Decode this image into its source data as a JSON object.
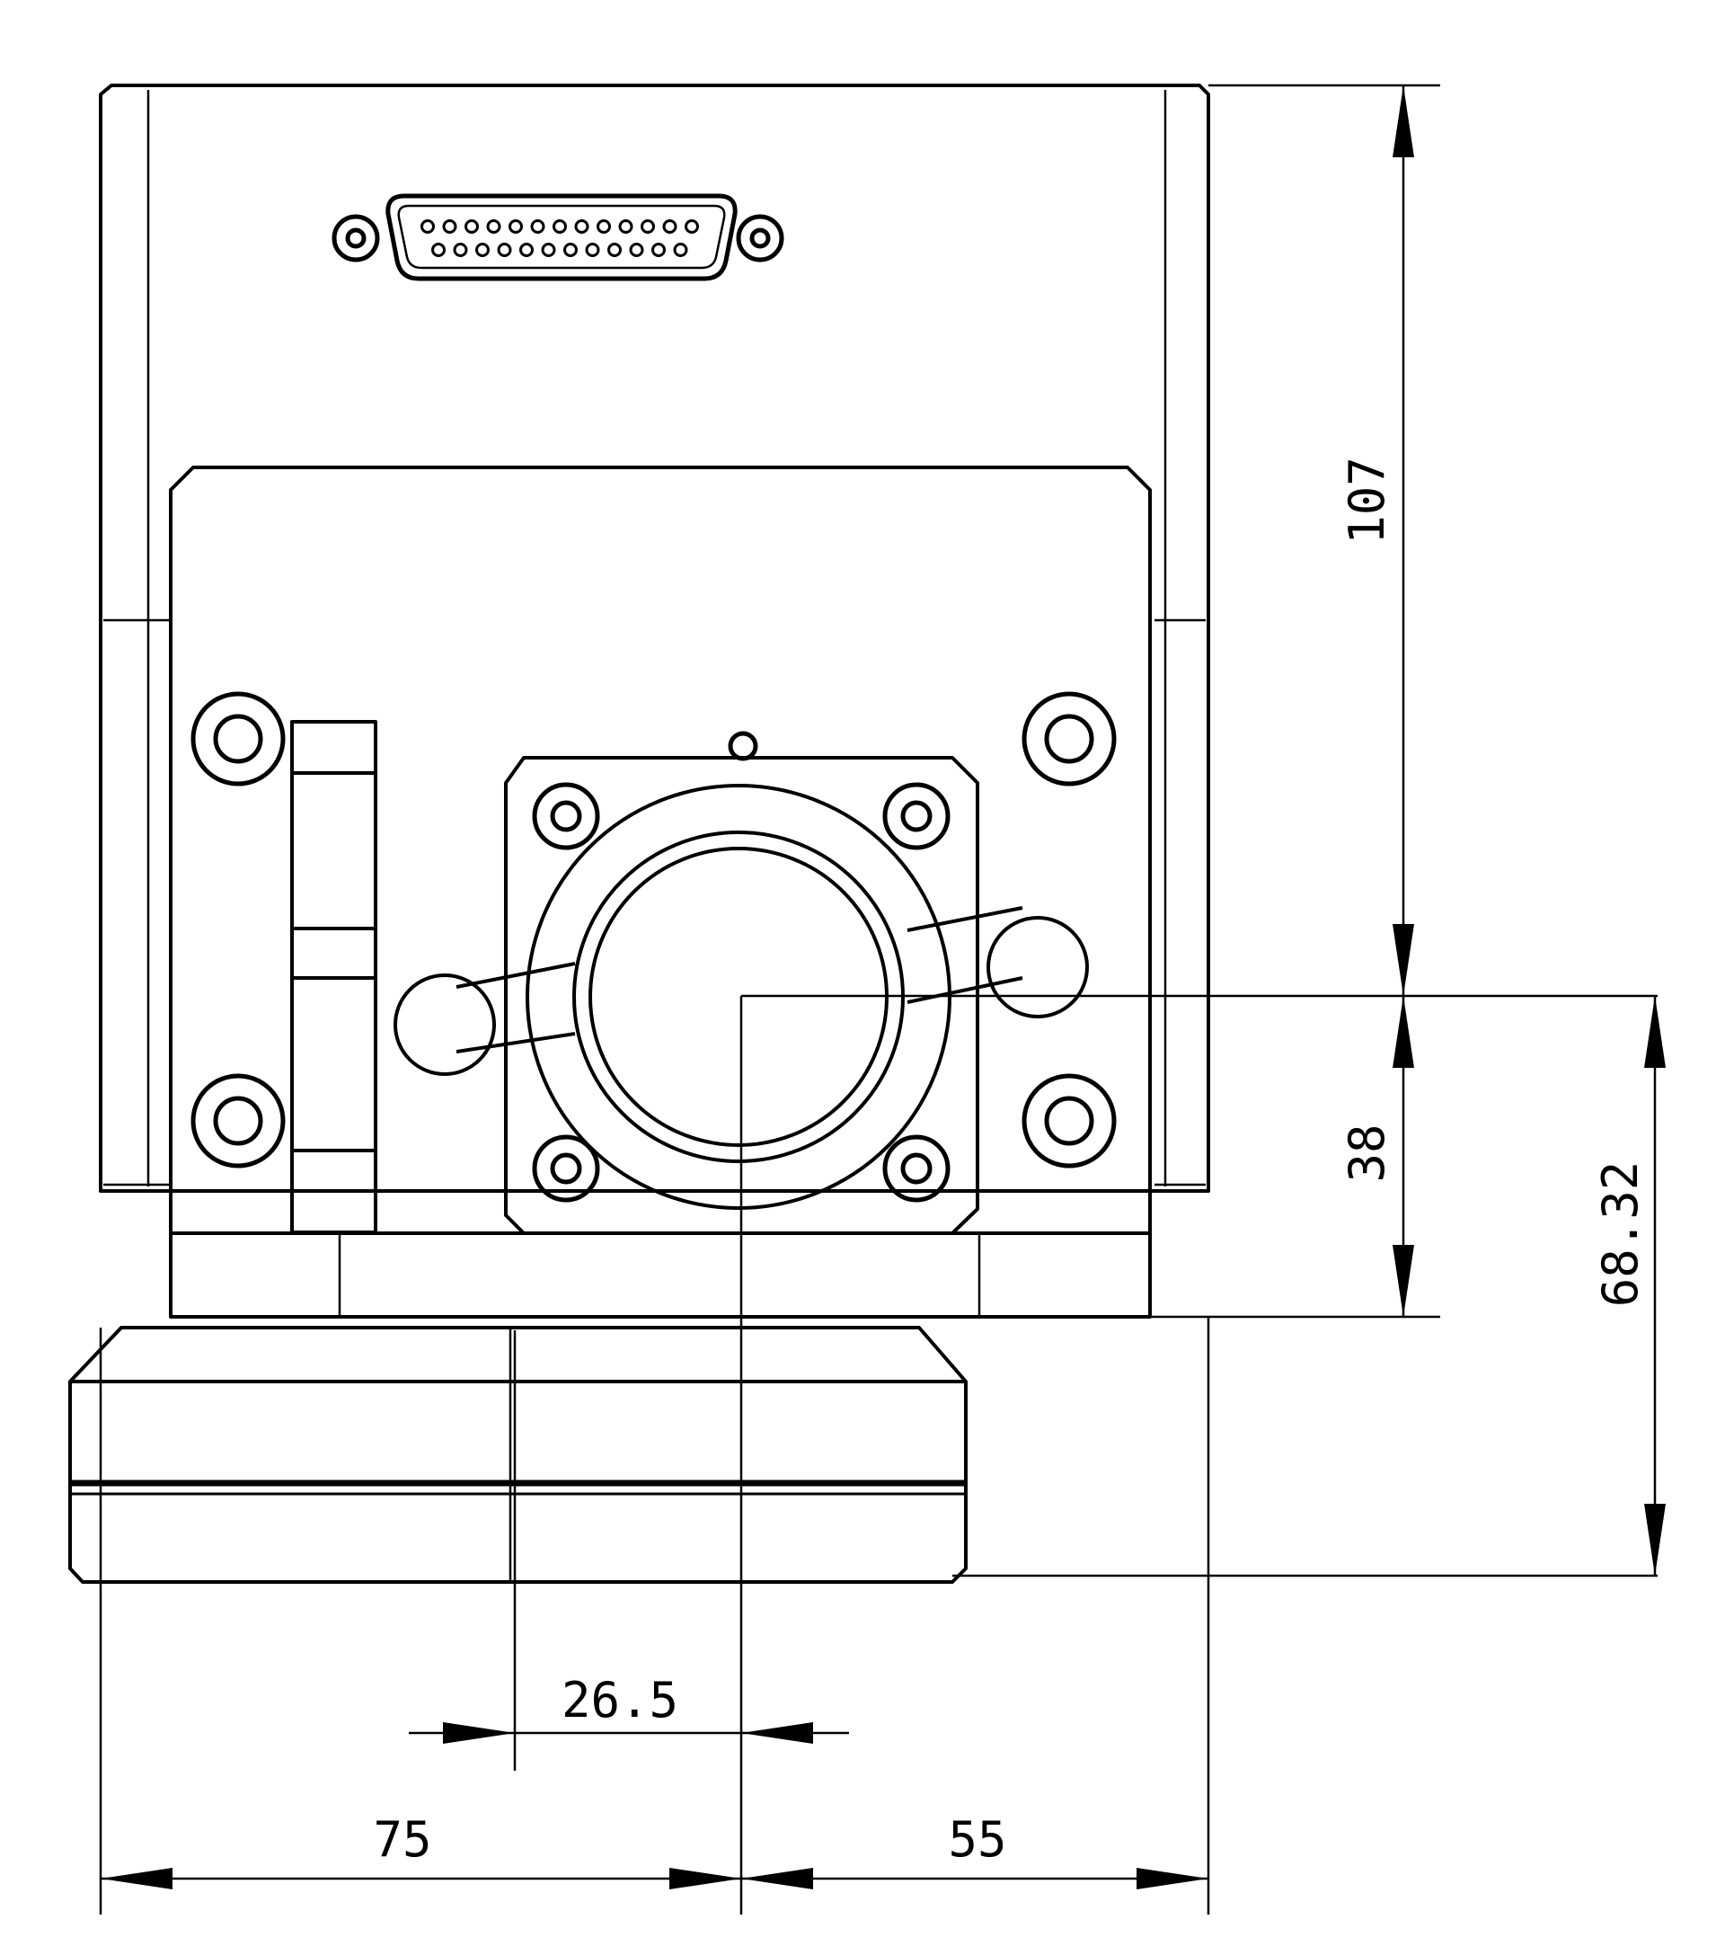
{
  "dimensions": {
    "height_total": "107",
    "height_lower": "38",
    "height_offset": "68.32",
    "width_offset": "26.5",
    "width_left": "75",
    "width_right": "55"
  }
}
